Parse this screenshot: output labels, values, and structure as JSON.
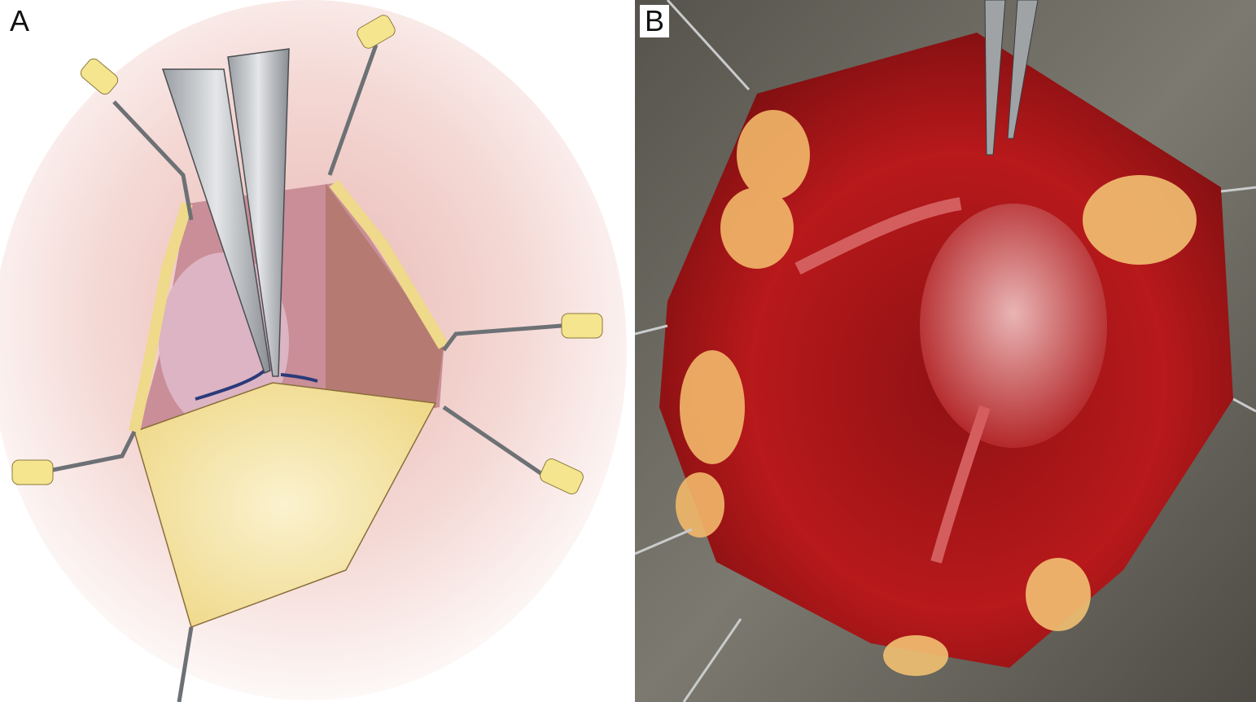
{
  "panels": [
    {
      "id": "A",
      "label": "A",
      "kind": "illustration"
    },
    {
      "id": "B",
      "label": "B",
      "kind": "photograph"
    }
  ],
  "colors": {
    "skin": "#f3d9d3",
    "fat": "#f3e2a1",
    "tissue_red": "#b0191c",
    "retractor_tip": "#f6e58f",
    "suture": "#2a3a7a",
    "drape": "#6e6a5e"
  }
}
